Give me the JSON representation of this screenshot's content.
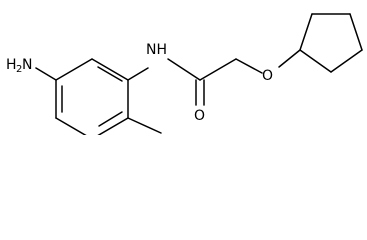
{
  "molecule": {
    "labels": {
      "amine_h": "H",
      "amine_sub": "2",
      "amine_n": "N",
      "amide_nh": "NH",
      "carbonyl_o": "O",
      "ether_o": "O"
    },
    "colors": {
      "bond": "#000000",
      "background": "#ffffff"
    }
  }
}
